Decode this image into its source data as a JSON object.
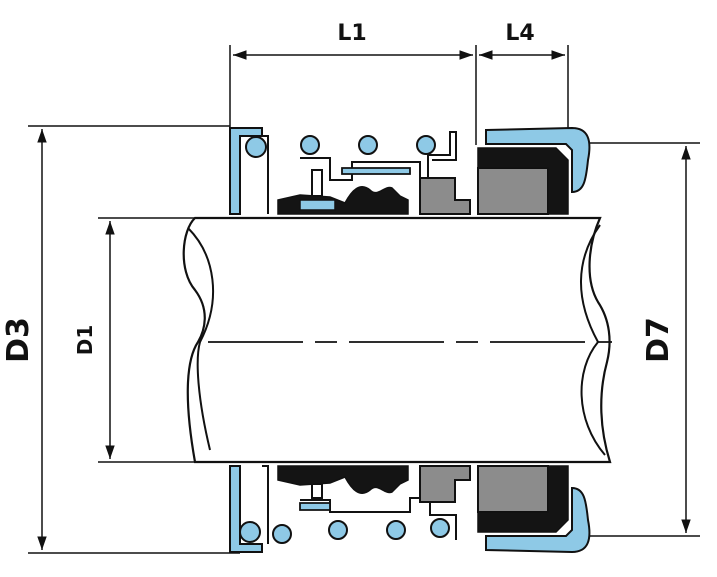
{
  "dimensions": {
    "l1": "L1",
    "l4": "L4",
    "d3": "D3",
    "d1": "D1",
    "d7": "D7"
  },
  "colors": {
    "blue": "#8ec9e6",
    "grey": "#8c8c8c",
    "black": "#141414",
    "line": "#111111"
  }
}
